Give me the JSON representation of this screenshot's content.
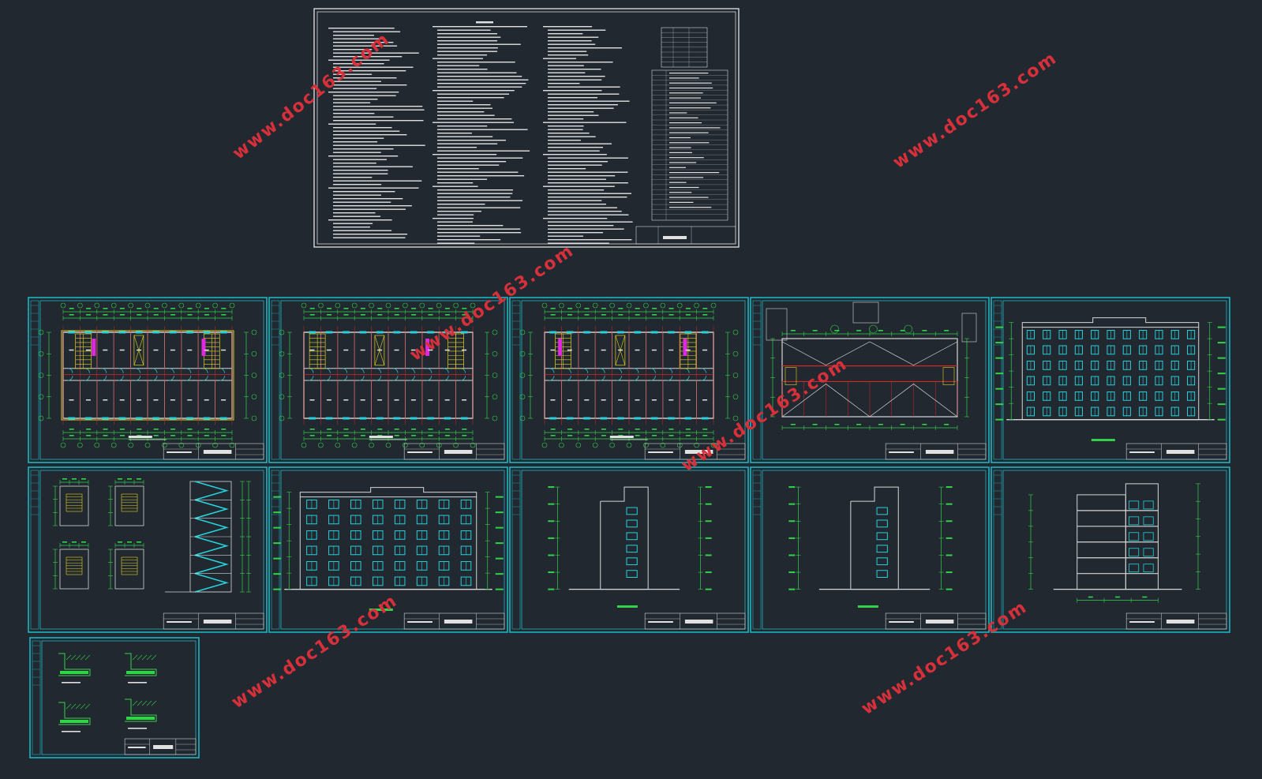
{
  "colors": {
    "background": "#212830",
    "sheet_border": "#1fb4c4",
    "notes_border": "#d8d8d8",
    "text_white": "#e0e0e0",
    "dimension_green": "#32d24a",
    "wall_white": "#d6d6d6",
    "axis_red": "#d02828",
    "window_cyan": "#26d0dc",
    "stair_yellow": "#e0d020",
    "highlight_magenta": "#e028e0",
    "watermark_red": "#d8303a"
  },
  "watermark": {
    "text": "www.doc163.com"
  },
  "sheets": [
    {
      "kind": "notes"
    },
    {
      "kind": "plan_a"
    },
    {
      "kind": "plan_b"
    },
    {
      "kind": "plan_c"
    },
    {
      "kind": "roof_plan"
    },
    {
      "kind": "front_elevation"
    },
    {
      "kind": "stair_details"
    },
    {
      "kind": "rear_elevation"
    },
    {
      "kind": "side_elevation_left"
    },
    {
      "kind": "side_elevation_right"
    },
    {
      "kind": "section"
    },
    {
      "kind": "wall_details"
    }
  ]
}
